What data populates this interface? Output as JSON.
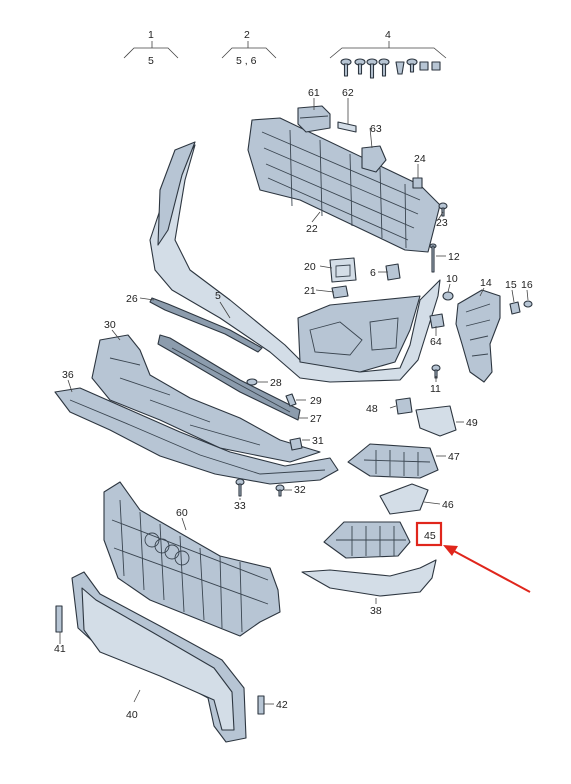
{
  "groups": [
    {
      "top": "1",
      "bottom": "5"
    },
    {
      "top": "2",
      "bottom": "5 , 6"
    },
    {
      "top": "4",
      "bottom": ""
    }
  ],
  "labels": {
    "l61": "61",
    "l62": "62",
    "l63": "63",
    "l24": "24",
    "l23": "23",
    "l22": "22",
    "l12": "12",
    "l20": "20",
    "l6": "6",
    "l10": "10",
    "l14": "14",
    "l15": "15",
    "l16": "16",
    "l21": "21",
    "l26": "26",
    "l5": "5",
    "l64": "64",
    "l30": "30",
    "l11": "11",
    "l36": "36",
    "l28": "28",
    "l29": "29",
    "l27": "27",
    "l48": "48",
    "l49": "49",
    "l31": "31",
    "l47": "47",
    "l33": "33",
    "l32": "32",
    "l46": "46",
    "l60": "60",
    "l45": "45",
    "l38": "38",
    "l41": "41",
    "l42": "42",
    "l40": "40"
  },
  "highlight": {
    "target": "45",
    "color": "#e0261c"
  }
}
